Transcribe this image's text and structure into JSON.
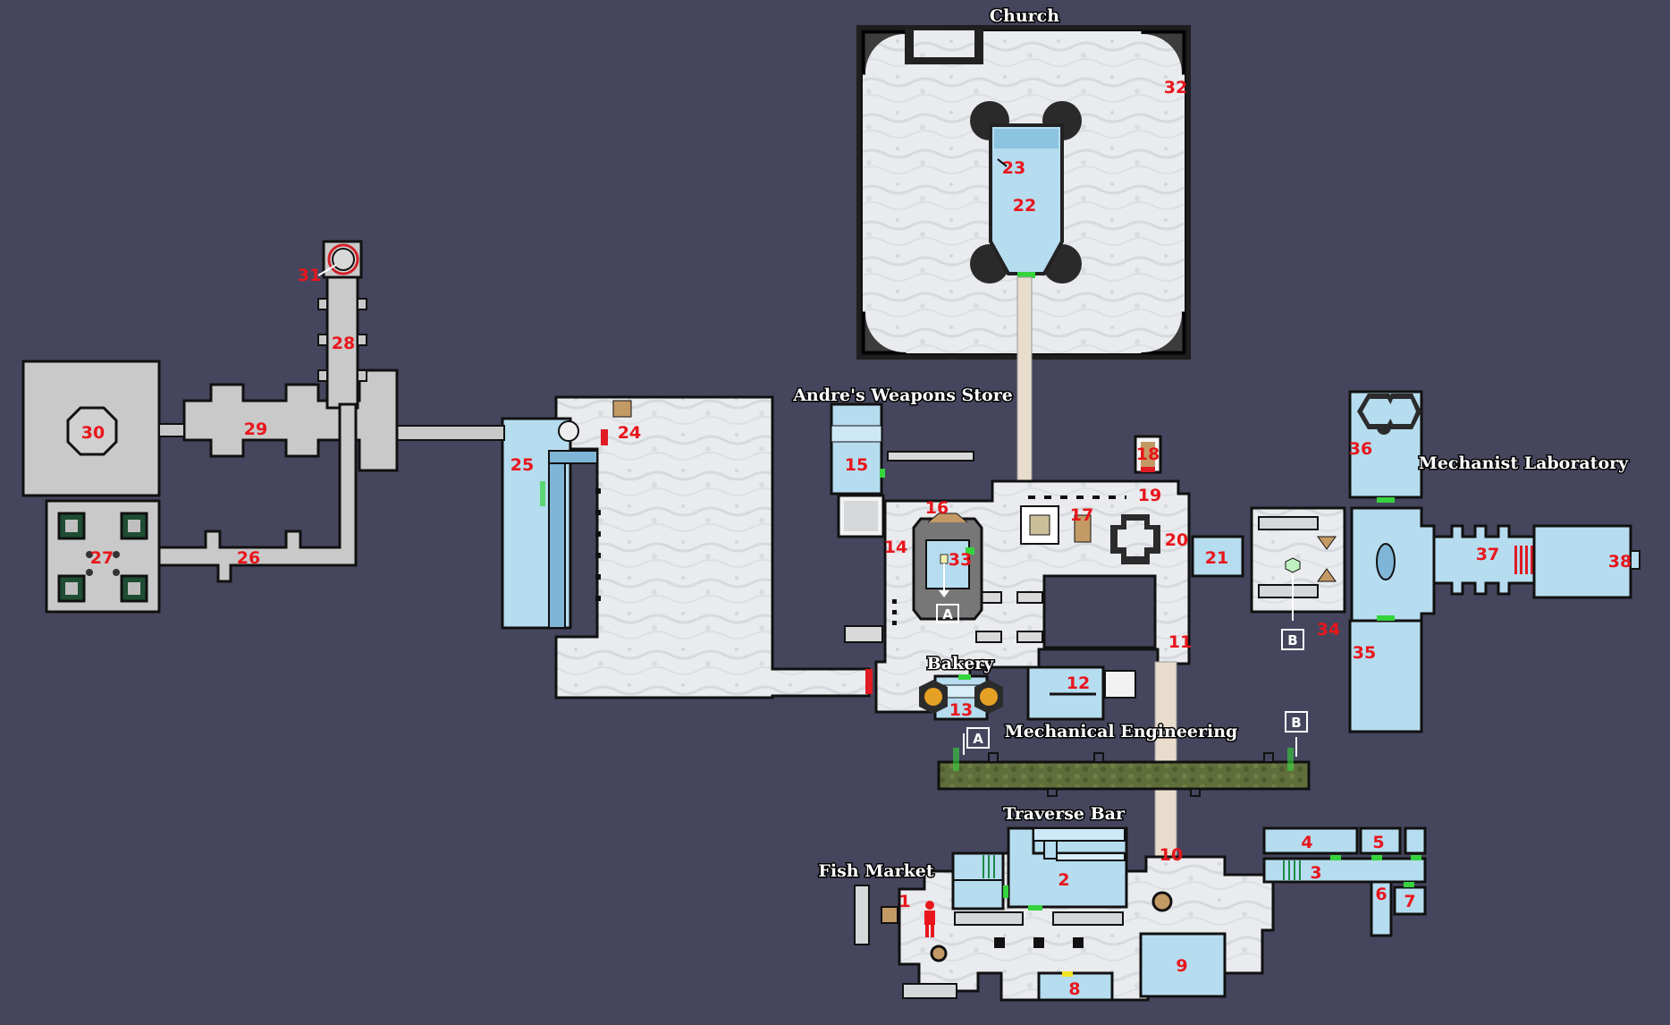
{
  "colors": {
    "background": "#45465d",
    "snow_floor": "#eceef1",
    "stone_floor": "#c9c9c9",
    "room_blue": "#b6dcef",
    "moss": "#5e6d3a",
    "path": "#e8ddcc",
    "door": "#35d43c",
    "locked_door": "#e01b24",
    "number_red": "#e8161c"
  },
  "area_names": {
    "church": "Church",
    "weapons_store": "Andre's Weapons Store",
    "mechanist_lab": "Mechanist Laboratory",
    "bakery": "Bakery",
    "mechanical_engineering": "Mechanical Engineering",
    "traverse_bar": "Traverse Bar",
    "fish_market": "Fish Market"
  },
  "markers": {
    "a": "A",
    "b": "B"
  },
  "numbers": {
    "n1": "1",
    "n2": "2",
    "n3": "3",
    "n4": "4",
    "n5": "5",
    "n6": "6",
    "n7": "7",
    "n8": "8",
    "n9": "9",
    "n10": "10",
    "n11": "11",
    "n12": "12",
    "n13": "13",
    "n14": "14",
    "n15": "15",
    "n16": "16",
    "n17": "17",
    "n18": "18",
    "n19": "19",
    "n20": "20",
    "n21": "21",
    "n22": "22",
    "n23": "23",
    "n24": "24",
    "n25": "25",
    "n26": "26",
    "n27": "27",
    "n28": "28",
    "n29": "29",
    "n30": "30",
    "n31": "31",
    "n32": "32",
    "n33": "33",
    "n34": "34",
    "n35": "35",
    "n36": "36",
    "n37": "37",
    "n38": "38"
  },
  "icons": {
    "player": "player-icon",
    "hex_tiles": "hexagon-icon",
    "oven": "oven-icon",
    "ladder": "ladder-icon",
    "arrow": "arrow-icon"
  }
}
